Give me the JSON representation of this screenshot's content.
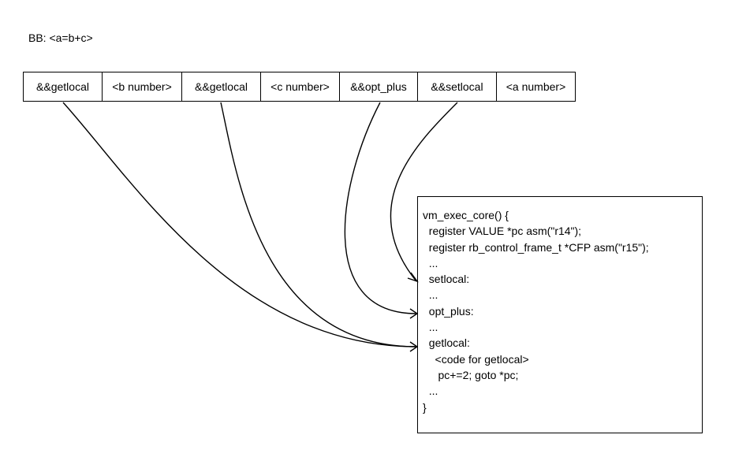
{
  "bb_label": "BB: <a=b+c>",
  "cells": [
    "&&getlocal",
    "<b number>",
    "&&getlocal",
    "<c number>",
    "&&opt_plus",
    "&&setlocal",
    "<a number>"
  ],
  "code_lines": [
    "vm_exec_core() {",
    "  register VALUE *pc asm(\"r14\");",
    "  register rb_control_frame_t *CFP asm(\"r15\");",
    "  ...",
    "  setlocal:",
    "  ...",
    "  opt_plus:",
    "  ...",
    "  getlocal:",
    "    <code for getlocal>",
    "     pc+=2; goto *pc;",
    "  ...",
    "}"
  ]
}
